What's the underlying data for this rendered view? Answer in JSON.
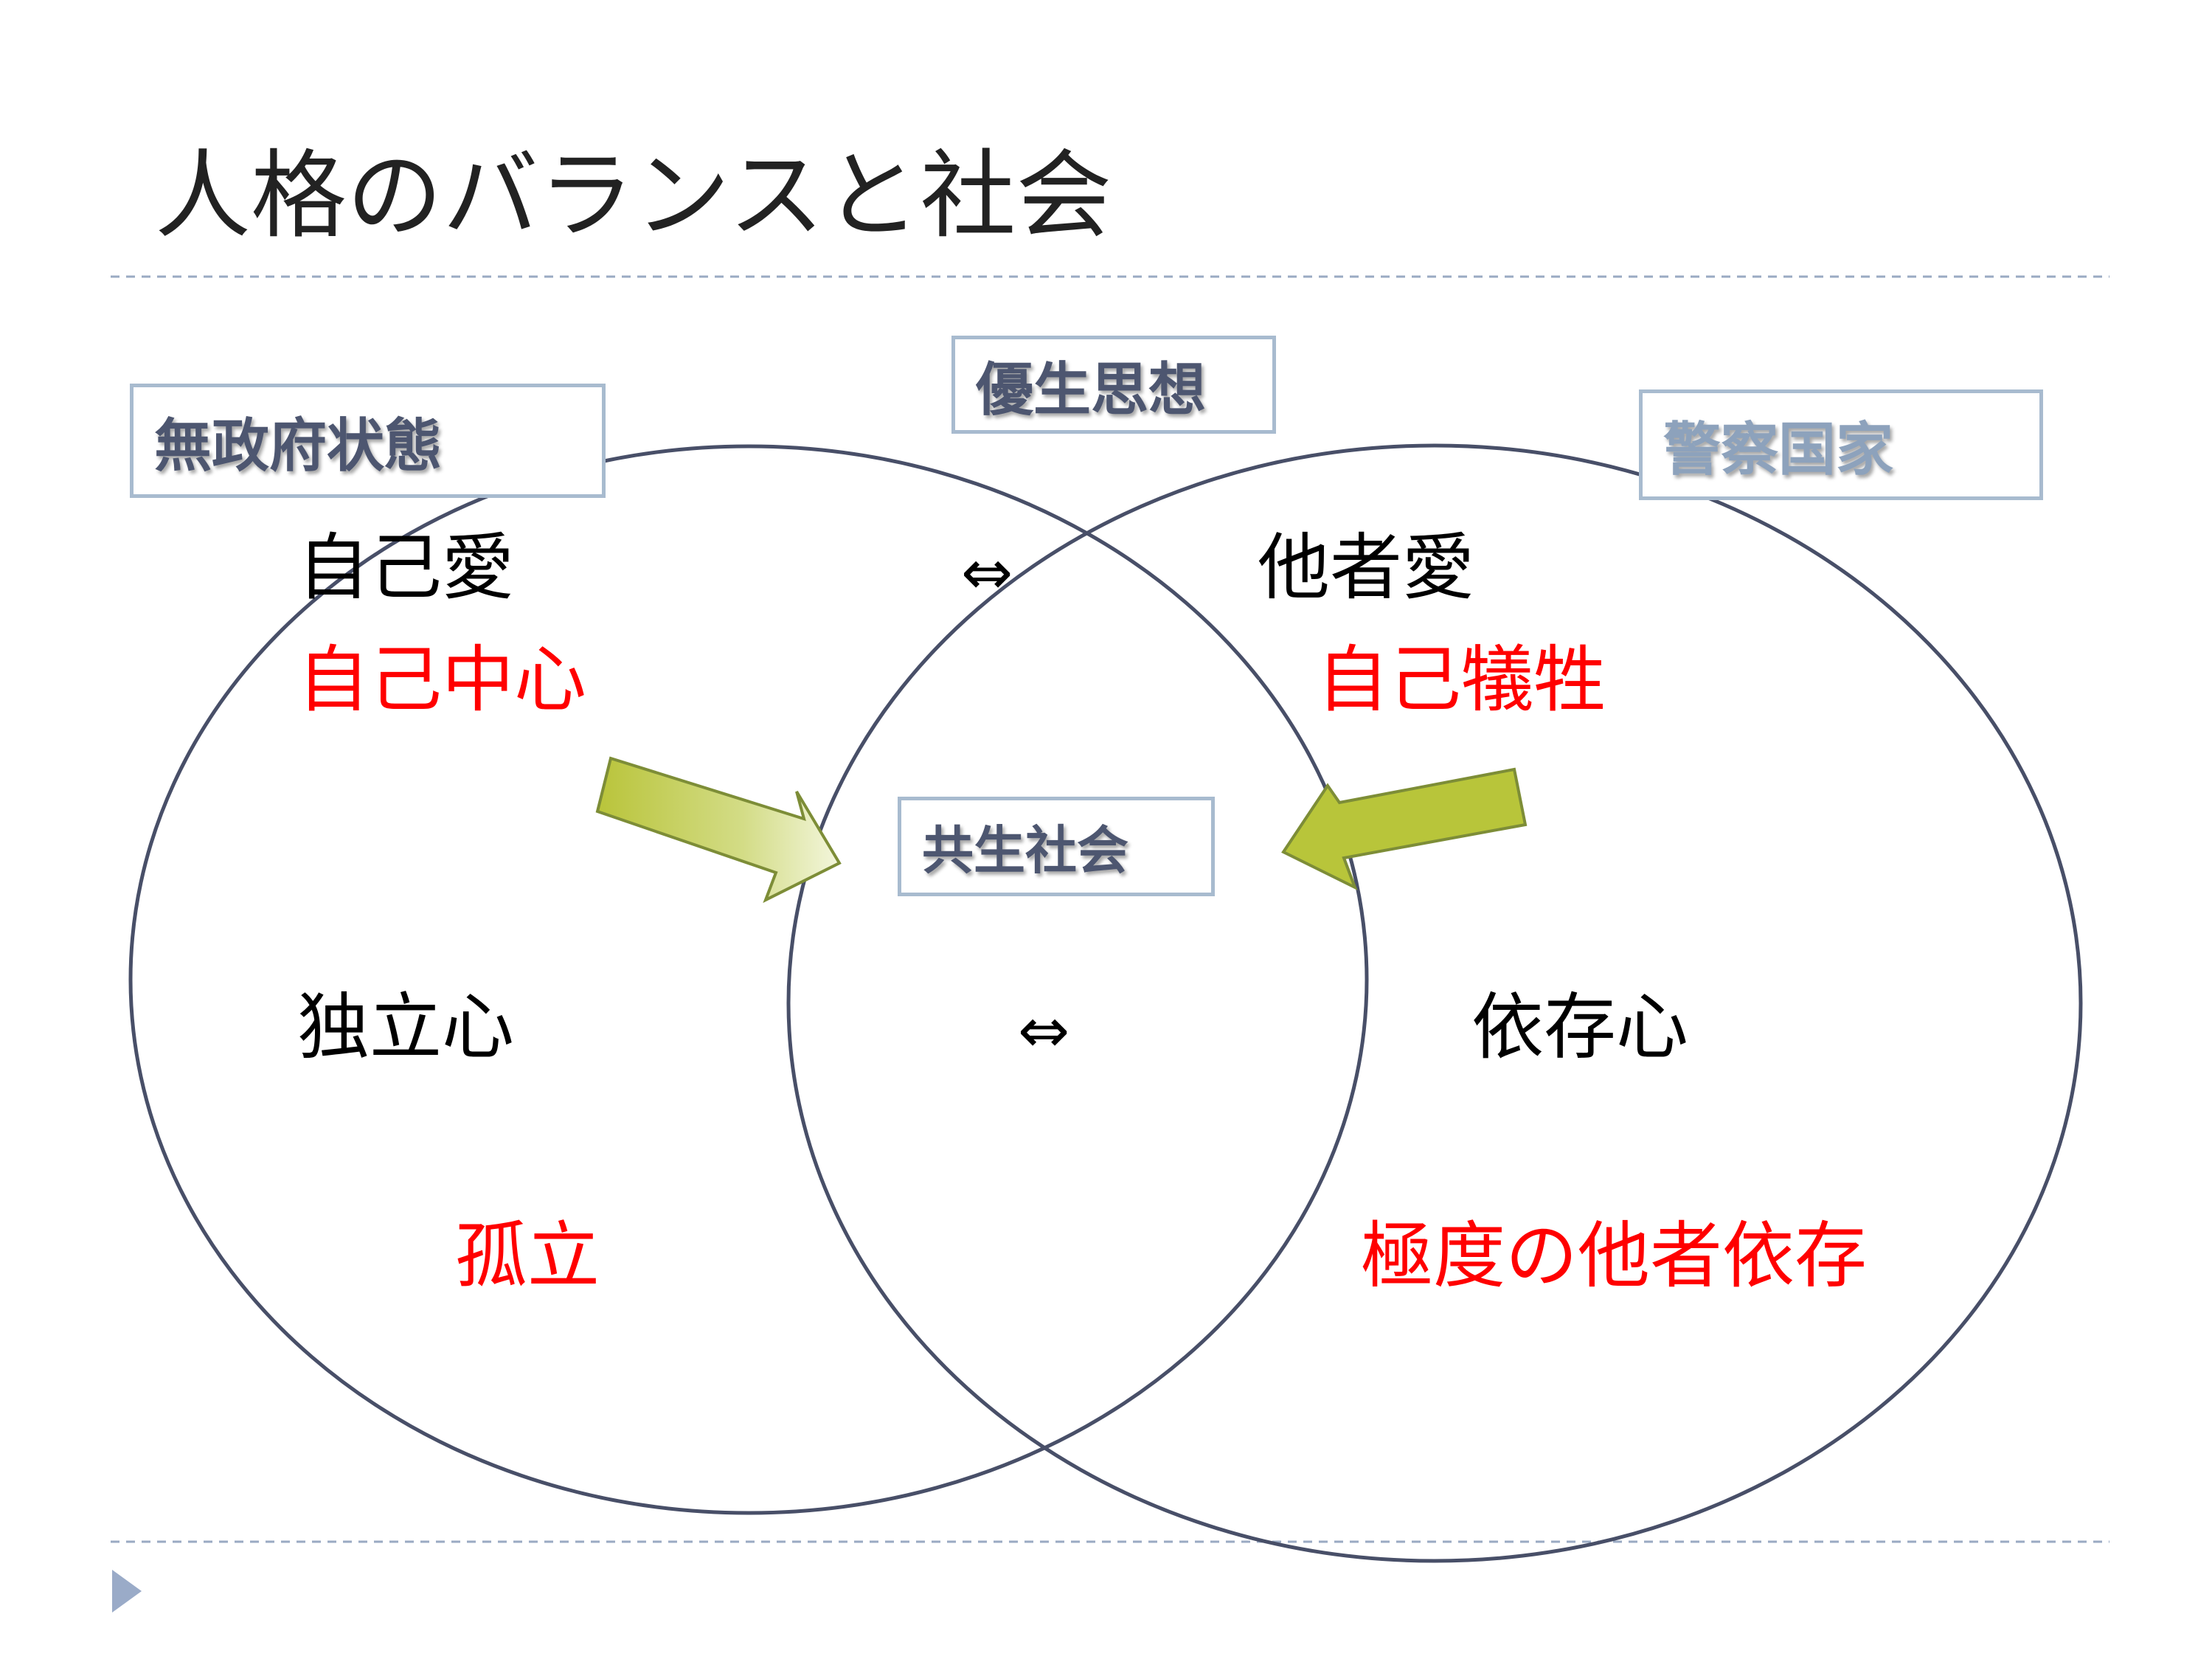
{
  "title": "人格のバランスと社会",
  "colors": {
    "circle_stroke": "#484f68",
    "separator": "#9aaac3",
    "arrow_fill": "#b8c53a",
    "bullet": "#9aabc8",
    "emphasis": "#ff0000"
  },
  "boxes": {
    "left": "無政府状態",
    "top": "優生思想",
    "right": "警察国家",
    "center": "共生社会"
  },
  "left_circle": {
    "trait1": "自己愛",
    "extreme1": "自己中心",
    "trait2": "独立心",
    "extreme2": "孤立"
  },
  "right_circle": {
    "trait1": "他者愛",
    "extreme1": "自己犠牲",
    "trait2": "依存心",
    "extreme2": "極度の他者依存"
  },
  "symbols": {
    "versus1": "⇔",
    "versus2": "⇔"
  },
  "icons": {
    "arrows": "block-arrow-icon",
    "footer": "triangle-bullet-icon"
  }
}
